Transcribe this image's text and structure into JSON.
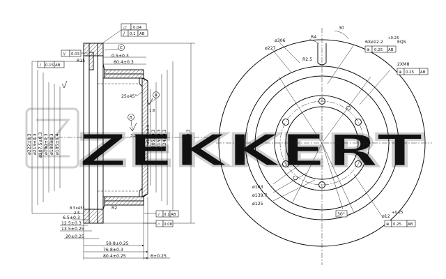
{
  "watermark": {
    "brand": "ZEKKERT"
  },
  "side_view": {
    "tolerance_frames": [
      {
        "symbol": "▱",
        "value": "0.04",
        "ref": ""
      },
      {
        "symbol": "/",
        "value": "0.1",
        "ref": "AB"
      },
      {
        "symbol": "//",
        "value": "0.03",
        "ref": ""
      },
      {
        "symbol": "/",
        "value": "0.15",
        "ref": "AB"
      },
      {
        "symbol": "/",
        "value": "0.1",
        "ref": "AB"
      },
      {
        "symbol": "⏥",
        "value": "0.08",
        "ref": ""
      }
    ],
    "datum_labels": [
      "A",
      "B",
      "C"
    ],
    "diameters": [
      "ø222±0.3",
      "ø213±0.3",
      "ø207.5±0.3",
      "ø190±0.3",
      "ø188±0.3",
      "ø185±0.4",
      "ø198±0.4",
      "ø205±0.3",
      "ø215±0.3",
      "ø224±0.3",
      "ø315±0.3"
    ],
    "dims_top": [
      "0.5±0.3",
      "60.4±0.3"
    ],
    "dims_bottom": [
      "8.5x45°",
      "2.5",
      "6.5±0.3",
      "12.5±0.3",
      "13.5±0.25",
      "20±0.25",
      "59.8±0.25",
      "76.8±0.3",
      "80.4±0.25",
      "6±0.25"
    ],
    "notes": [
      "R15",
      "25x45°",
      "R2",
      "3.2",
      "1.6"
    ]
  },
  "front_view": {
    "labels": [
      "ø306",
      "ø227",
      "R4",
      "30",
      "R2.5",
      "6Xø12.2",
      "+0.25",
      "EQS",
      "2XM8",
      "ø163",
      "ø139.7",
      "ø125",
      "ø12",
      "+0.25",
      "30°"
    ],
    "frames": [
      {
        "symbol": "⊕",
        "value": "0.25",
        "ref": "AB"
      },
      {
        "symbol": "⊕",
        "value": "0.25",
        "ref": "AB"
      },
      {
        "symbol": "⊕",
        "value": "0.25",
        "ref": "AB"
      }
    ]
  }
}
